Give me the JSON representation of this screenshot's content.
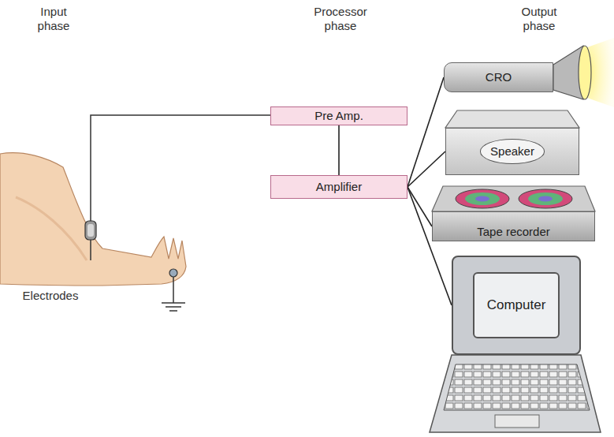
{
  "diagram": {
    "nodes": [
      {
        "text": [
          "Pre Amp."
        ]
      },
      {
        "text": [
          "Amplifier"
        ]
      },
      {
        "text": [
          "CRO"
        ]
      },
      {
        "text": [
          "Speaker"
        ]
      },
      {
        "text": [
          "Tape recorder"
        ]
      },
      {
        "text": [
          "Computer"
        ]
      }
    ],
    "edges": [
      {
        "from": 0,
        "to": 1,
        "arrow": "none"
      },
      {
        "from": 1,
        "to": 2,
        "arrow": "none"
      },
      {
        "from": 1,
        "to": 3,
        "arrow": "none"
      },
      {
        "from": 1,
        "to": 4,
        "arrow": "none"
      },
      {
        "from": 1,
        "to": 5,
        "arrow": "none"
      }
    ],
    "labels": [
      "Input phase",
      "Processor phase",
      "Output phase",
      "Electrodes"
    ]
  }
}
